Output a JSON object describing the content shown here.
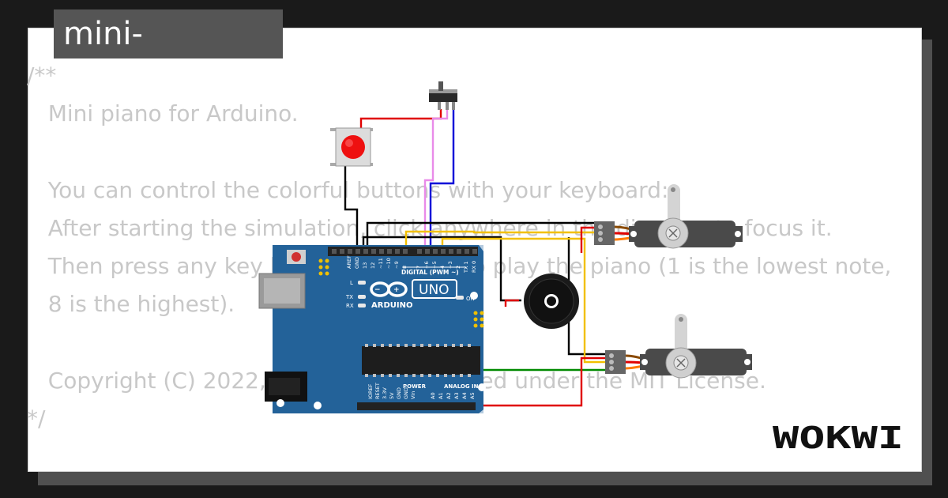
{
  "project": {
    "filename": "mini-piano.ino"
  },
  "code_lines": [
    "/**",
    "   Mini piano for Arduino.",
    "",
    "   You can control the colorful buttons with your keyboard:",
    "   After starting the simulation, click anywhere in the diagram to focus it.",
    "   Then press any key between 1 and 8 to play the piano (1 is the lowest note,",
    "   8 is the highest).",
    "",
    "   Copyright (C) 2022, Uri Shaked. Released under the MIT License.",
    "*/"
  ],
  "board": {
    "brand": "ARDUINO",
    "model": "UNO",
    "digital_header": "DIGITAL (PWM ~)",
    "power_header": "POWER",
    "analog_header": "ANALOG IN",
    "led_labels": {
      "l": "L",
      "tx": "TX",
      "rx": "RX",
      "on": "ON"
    },
    "top_pins": [
      "AREF",
      "GND",
      "13",
      "12",
      "~11",
      "~10",
      "~9",
      "8",
      "7",
      "~6",
      "~5",
      "4",
      "~3",
      "2",
      "TX 1",
      "RX 0"
    ],
    "power_pins": [
      "IOREF",
      "RESET",
      "3.3V",
      "5V",
      "GND",
      "GND",
      "Vin"
    ],
    "analog_pins": [
      "A0",
      "A1",
      "A2",
      "A3",
      "A4",
      "A5"
    ]
  },
  "wire_colors": {
    "red": "#e00000",
    "black": "#000000",
    "pink": "#e98be9",
    "blue": "#0000d8",
    "yellow": "#f2c000",
    "green": "#008a00",
    "orange": "#ff7a00"
  },
  "brand": {
    "logo": "WOKWI"
  }
}
